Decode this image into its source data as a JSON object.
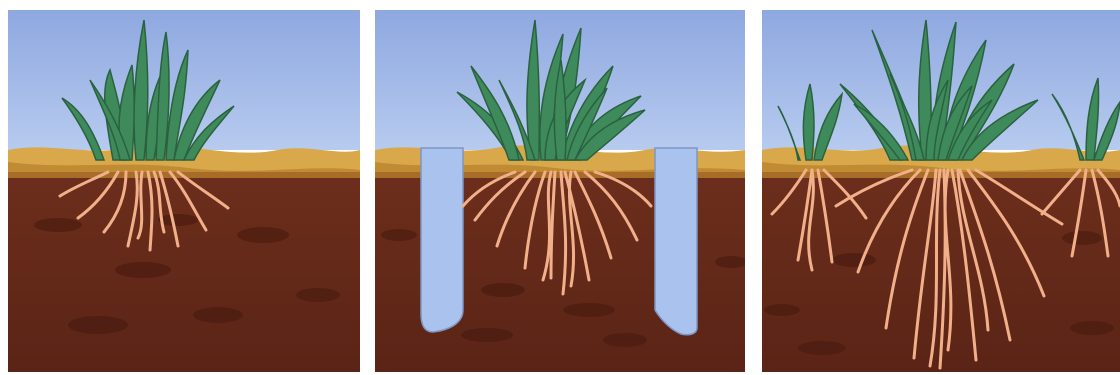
{
  "figure": {
    "panels": [
      {
        "id": "before-aeration",
        "grass_blades": 10,
        "root_depth": "shallow"
      },
      {
        "id": "core-aeration",
        "grass_blades": 12,
        "aeration_holes": 2,
        "root_depth": "medium"
      },
      {
        "id": "after-aeration",
        "grass_blades": 18,
        "root_depth": "deep"
      }
    ]
  },
  "colors": {
    "sky": "#9db7e6",
    "thatch": "#d8a84a",
    "thatch_dark": "#b9822c",
    "soil": "#6a2d1a",
    "soil_dark": "#4b1c10",
    "roots": "#f2b08a",
    "grass": "#3f8a5b",
    "grass_light": "#6fb58a",
    "hole": "#a9c3ee"
  }
}
